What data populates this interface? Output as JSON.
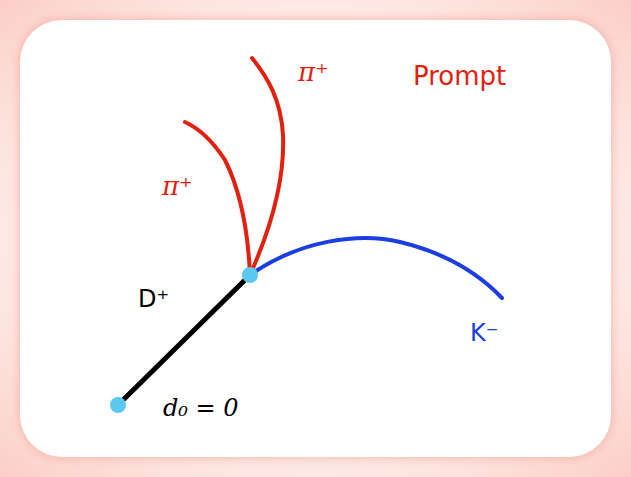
{
  "diagram": {
    "labels": [
      "π⁺",
      "π⁺",
      "Prompt",
      "D⁺",
      "K⁻",
      "d₀ = 0"
    ]
  }
}
